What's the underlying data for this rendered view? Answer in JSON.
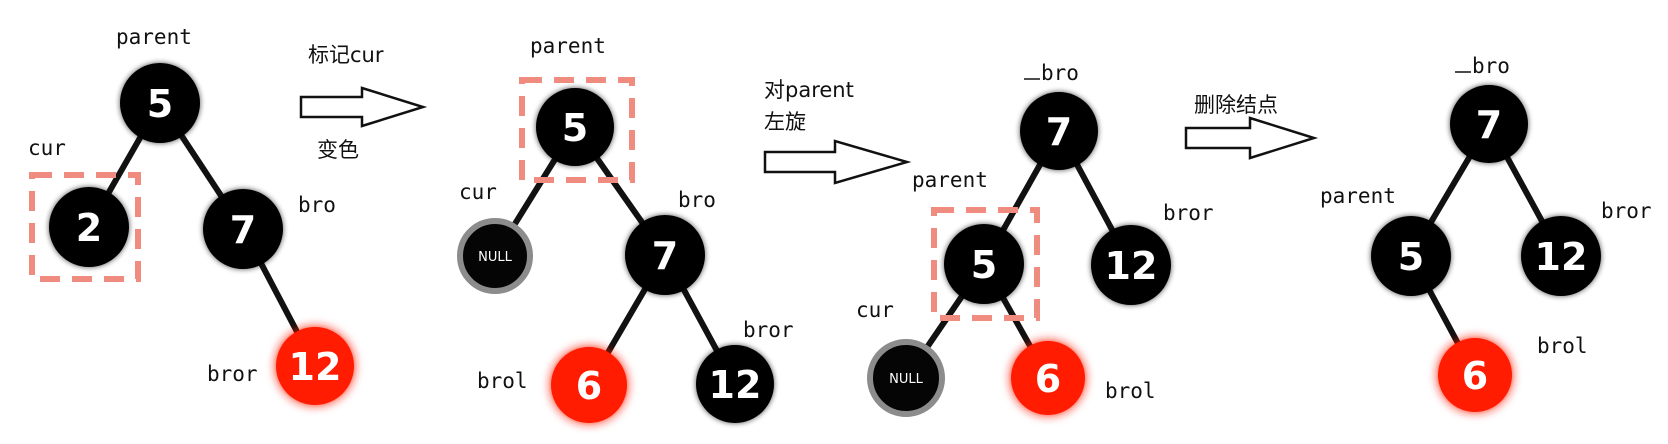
{
  "colors": {
    "black_node": "#050505",
    "red_node": "#ff1a00",
    "red_glow": "#ff6040",
    "null_ring": "#8c8c8c",
    "highlight_box": "#f08b80",
    "edge": "#111111"
  },
  "stages": [
    {
      "nodes": [
        {
          "value": "5",
          "color": "black"
        },
        {
          "value": "2",
          "color": "black"
        },
        {
          "value": "7",
          "color": "black"
        },
        {
          "value": "12",
          "color": "red"
        }
      ],
      "labels": [
        "parent",
        "cur",
        "bro",
        "bror"
      ]
    },
    {
      "nodes": [
        {
          "value": "5",
          "color": "black"
        },
        {
          "value": "NULL",
          "color": "null"
        },
        {
          "value": "7",
          "color": "black"
        },
        {
          "value": "6",
          "color": "red"
        },
        {
          "value": "12",
          "color": "black"
        }
      ],
      "labels": [
        "parent",
        "cur",
        "bro",
        "brol",
        "bror"
      ]
    },
    {
      "nodes": [
        {
          "value": "7",
          "color": "black"
        },
        {
          "value": "5",
          "color": "black"
        },
        {
          "value": "12",
          "color": "black"
        },
        {
          "value": "NULL",
          "color": "null"
        },
        {
          "value": "6",
          "color": "red"
        }
      ],
      "labels": [
        "bro",
        "parent",
        "bror",
        "cur",
        "brol"
      ]
    },
    {
      "nodes": [
        {
          "value": "7",
          "color": "black"
        },
        {
          "value": "5",
          "color": "black"
        },
        {
          "value": "12",
          "color": "black"
        },
        {
          "value": "6",
          "color": "red"
        }
      ],
      "labels": [
        "bro",
        "parent",
        "bror",
        "brol"
      ]
    }
  ],
  "arrows": [
    {
      "captions": [
        "标记cur",
        "变色"
      ]
    },
    {
      "captions": [
        "对parent",
        "左旋"
      ]
    },
    {
      "captions": [
        "删除结点"
      ]
    }
  ]
}
